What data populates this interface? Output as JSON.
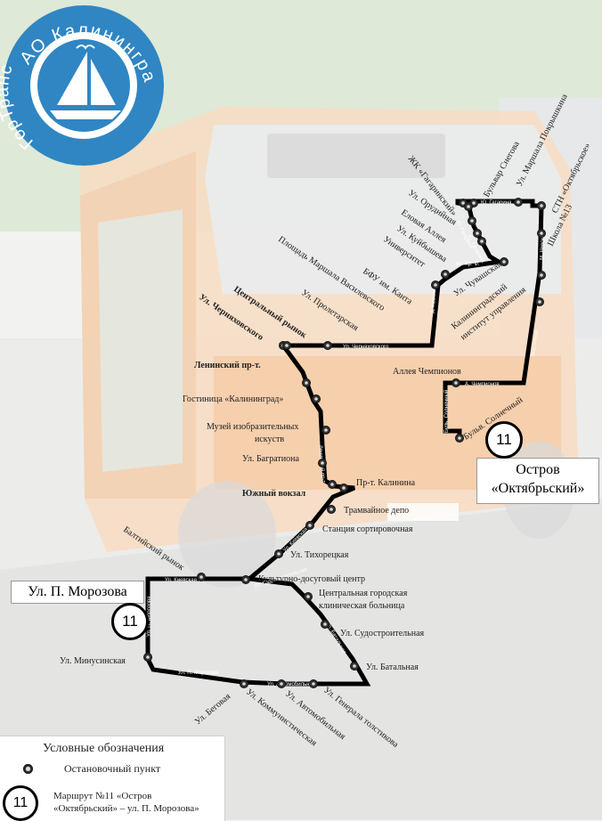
{
  "logo": {
    "ring_text_top": "АО Калининград",
    "ring_text_left": "ГорТранс",
    "colors": {
      "ring": "#2f86c3",
      "inner": "#ffffff"
    }
  },
  "route": {
    "number": "11",
    "terminals": {
      "ostrov": {
        "line1": "Остров",
        "line2": "«Октябрьский»"
      },
      "morozova": "Ул. П. Морозова"
    },
    "color": "#000000"
  },
  "stops": [
    {
      "id": "zhk-gagarinsky",
      "label": "ЖК «Гагаринский»"
    },
    {
      "id": "bulvar-snegova",
      "label": "Бульвар Снегова"
    },
    {
      "id": "pokryshkina",
      "label": "Ул. Маршала Покрышкина"
    },
    {
      "id": "stn-oktyabrskoe",
      "label": "СТН «Октябрьское»"
    },
    {
      "id": "orudiynaya",
      "label": "Ул. Орудийная"
    },
    {
      "id": "elovaya",
      "label": "Еловая Аллея"
    },
    {
      "id": "kuybysheva",
      "label": "Ул. Куйбышева"
    },
    {
      "id": "universitet",
      "label": "Университет"
    },
    {
      "id": "shkola13",
      "label": "Школа №13"
    },
    {
      "id": "chuvashskaya",
      "label": "Ул. Чувашская"
    },
    {
      "id": "vasilevskogo",
      "label": "Площадь Маршала Василевского"
    },
    {
      "id": "bfu",
      "label": "БФУ им. Канта"
    },
    {
      "id": "institut1",
      "label": "Калининградский"
    },
    {
      "id": "institut2",
      "label": "институт управления"
    },
    {
      "id": "proletarskaya",
      "label": "Ул. Пролетарская"
    },
    {
      "id": "tsentr-rynok",
      "label": "Центральный рынок"
    },
    {
      "id": "chernyakhovskogo",
      "label": "Ул. Черняховского"
    },
    {
      "id": "leninsky",
      "label": "Ленинский пр-т."
    },
    {
      "id": "alleya-chempionov",
      "label": "Аллея Чемпионов"
    },
    {
      "id": "gostinitsa",
      "label": "Гостиница «Калининград»"
    },
    {
      "id": "bul-solnechny",
      "label": "Бульв. Солнечный"
    },
    {
      "id": "muzey1",
      "label": "Музей изобразительных"
    },
    {
      "id": "muzey2",
      "label": "искуств"
    },
    {
      "id": "bagrationa",
      "label": "Ул. Багратиона"
    },
    {
      "id": "pr-kalinina",
      "label": "Пр-т. Калинина"
    },
    {
      "id": "yuzhny",
      "label": "Южный вокзал"
    },
    {
      "id": "tramvaynoe",
      "label": "Трамвайное депо"
    },
    {
      "id": "sortirovochnaya",
      "label": "Станция сортировочная"
    },
    {
      "id": "baltiysky",
      "label": "Балтийский рынок"
    },
    {
      "id": "tikhoretskaya",
      "label": "Ул. Тихорецкая"
    },
    {
      "id": "kdts",
      "label": "Культурно-досуговый центр"
    },
    {
      "id": "bolnitsa1",
      "label": "Центральная городская"
    },
    {
      "id": "bolnitsa2",
      "label": "клиническая больница"
    },
    {
      "id": "sudostroitelnaya",
      "label": "Ул. Судостроительная"
    },
    {
      "id": "minusinskaya",
      "label": "Ул. Минусинская"
    },
    {
      "id": "batalnaya",
      "label": "Ул. Батальная"
    },
    {
      "id": "begovaya",
      "label": "Ул. Беговая"
    },
    {
      "id": "avtomobilnaya",
      "label": "Ул. Автомобильная"
    },
    {
      "id": "kommunisticheskaya",
      "label": "Ул. Коммунистическая"
    },
    {
      "id": "tolstikova",
      "label": "Ул. Генерала толстикова"
    }
  ],
  "streets": {
    "gagarina1": "Ю. Гагарина",
    "gagarina2": "Ю. Гагарина",
    "gagarina3": "Ю. Гагарина",
    "kryshtofa": "Кр. Кр. Ф.",
    "nevskogo": "А. Невского",
    "m_nevskogo": "М. Невского",
    "vostochnaya": "Восточная",
    "chernyakhovskogo": "Ул. Черняховского",
    "chempionov": "А. Чемпионов",
    "solnechny": "Буль. Солнечный",
    "leninsky": "Ленинский пр-т",
    "kievskaya1": "Ул. Киевская",
    "kievskaya2": "Ул. Киевская",
    "sudostroitelnaya": "Ул. Судостроительная",
    "batalnaya": "Ул. Батальная",
    "morozova1": "Ул. П. Морозова",
    "morozova2": "Ул. П. Морозова",
    "avtomobilnaya": "Ул. Автомобильная"
  },
  "legend": {
    "title": "Условные обозначения",
    "stop": "Остановочный пункт",
    "route_number": "11",
    "route_line1": "Маршрут №11 «Остров",
    "route_line2": "«Октябрьский» – ул. П. Морозова»"
  }
}
